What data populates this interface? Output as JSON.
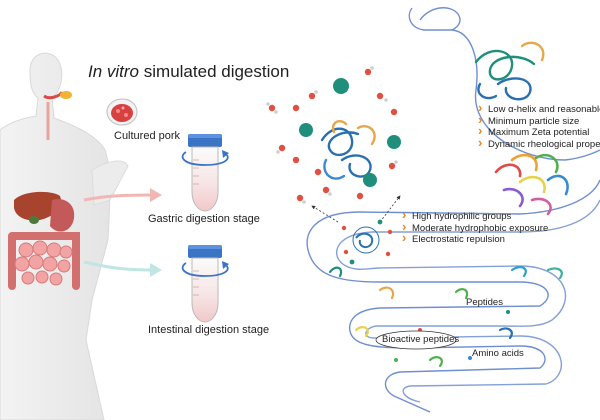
{
  "title": {
    "italic": "In vitro",
    "rest": "simulated digestion"
  },
  "labels": {
    "cultured_pork": "Cultured pork",
    "gastric": "Gastric digestion stage",
    "intestinal": "Intestinal digestion stage",
    "peptides": "Peptides",
    "bioactive_peptides": "Bioactive peptides",
    "amino_acids": "Amino acids"
  },
  "stomach_properties": [
    "Low α-helix and reasonable β-",
    "Minimum particle size",
    "Maximum Zeta potential",
    "Dynamic rheological properties"
  ],
  "intestine_properties": [
    "High hydrophilic groups",
    "Moderate hydrophobic exposure",
    "Electrostatic repulsion"
  ],
  "colors": {
    "tract_outline": "#6f8fd0",
    "bullet": "#e8862a",
    "ion": "#1f8f7c",
    "water_oxygen": "#e05040",
    "tube_cap": "#3b74c4",
    "arrow_gastric": "#f1b7b4",
    "arrow_intestinal": "#bfe6e2"
  },
  "icons": [
    "cultured-pork-dish-icon",
    "centrifuge-tube-icon",
    "rotation-arrow-icon",
    "protein-structure-icon",
    "water-molecule-icon"
  ]
}
